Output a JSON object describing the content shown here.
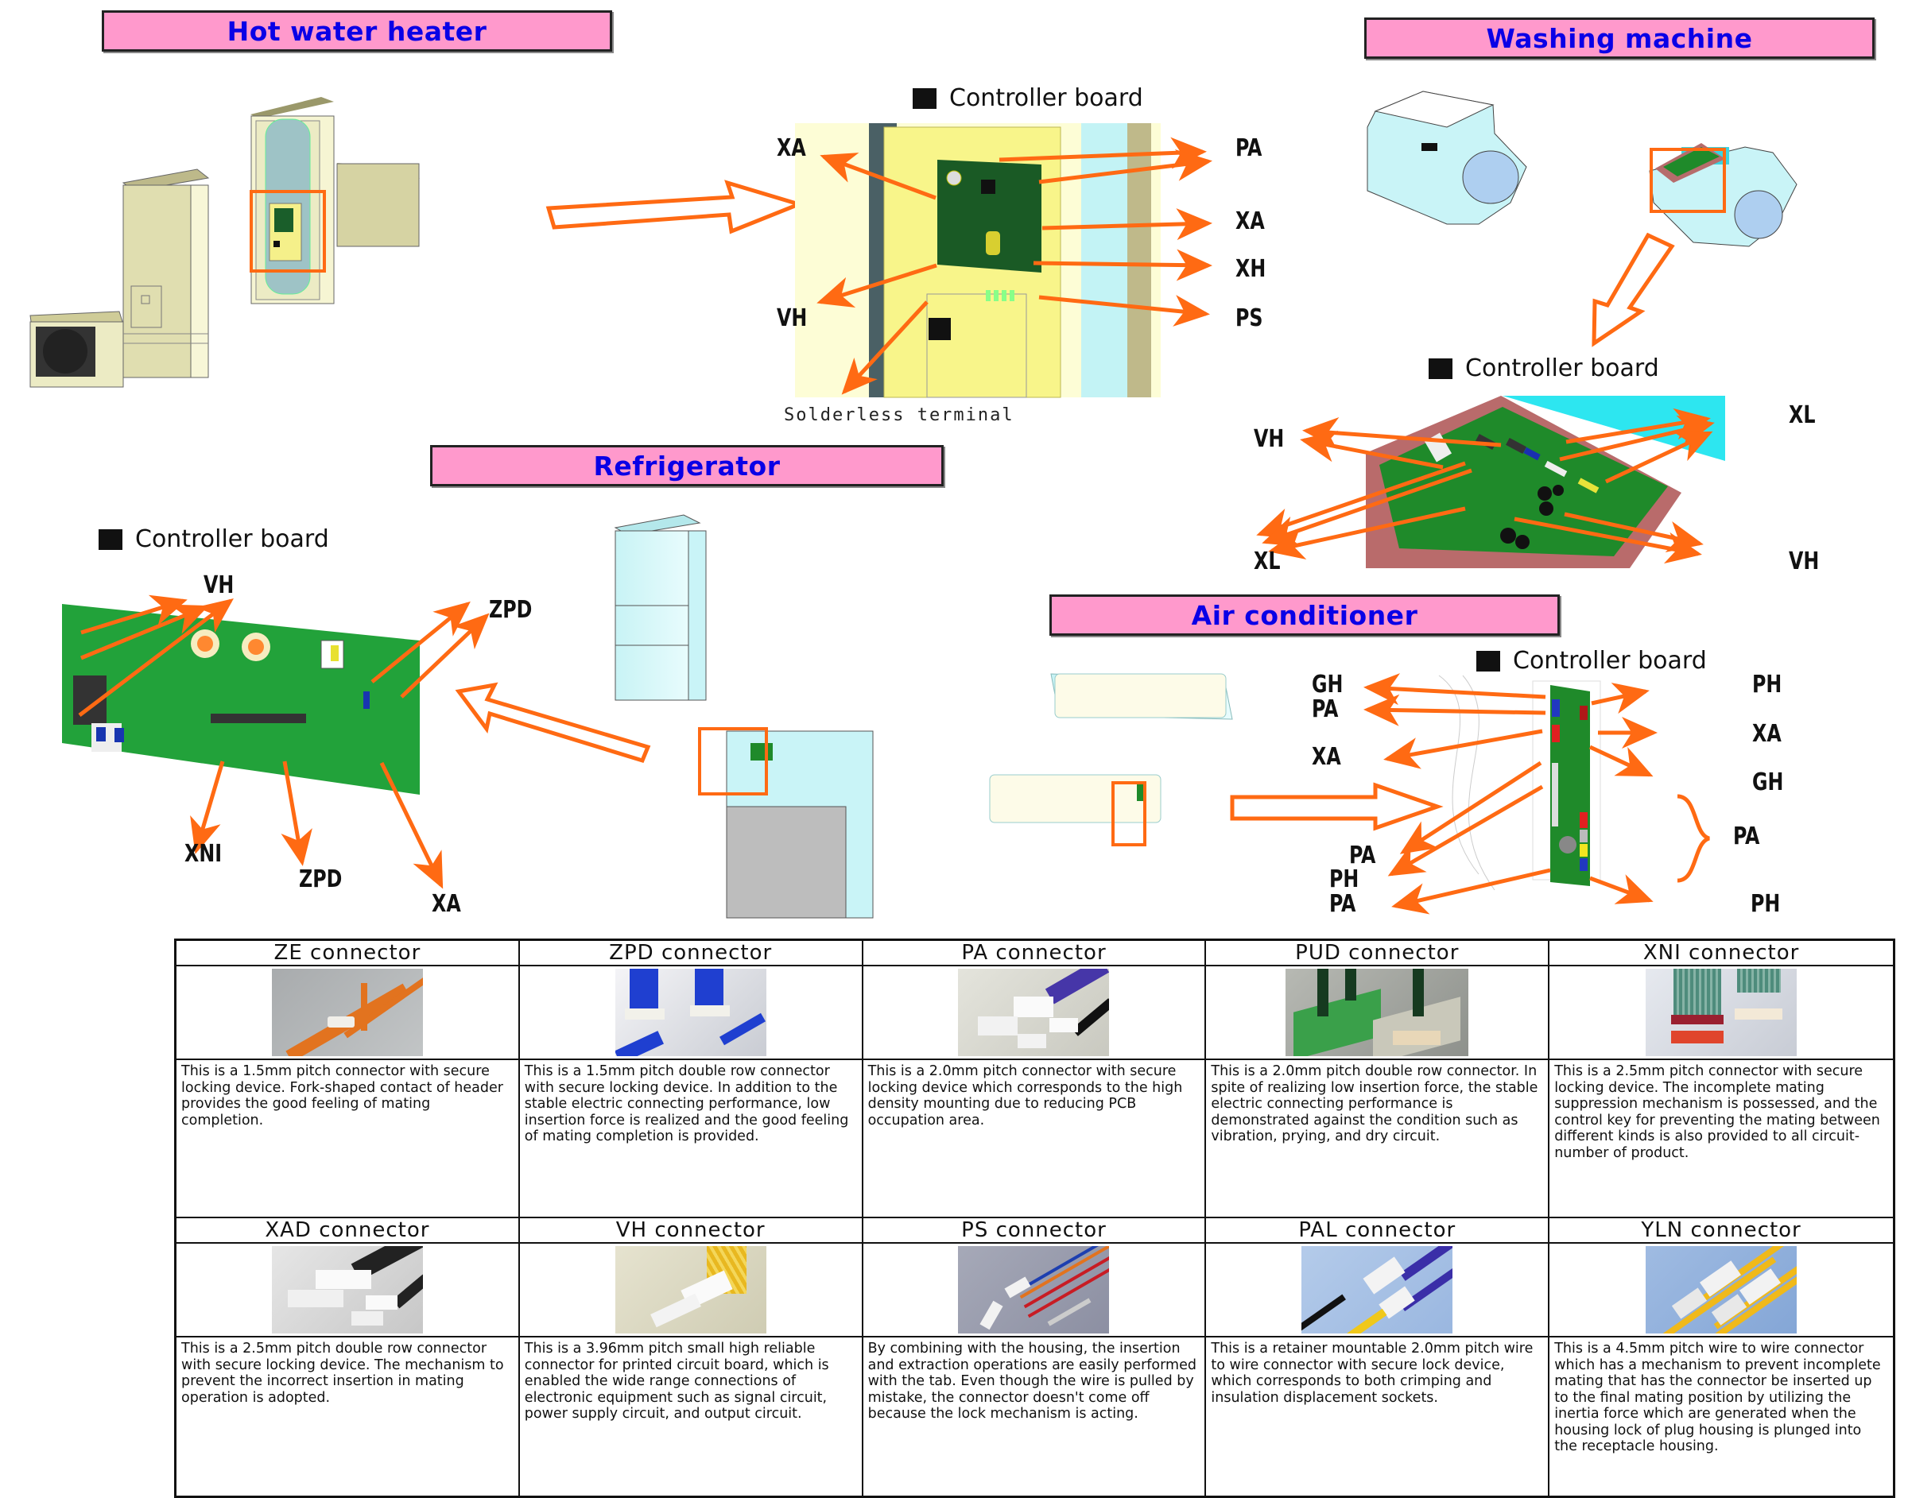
{
  "sections": {
    "hot_water_heater": {
      "title": "Hot water heater",
      "board_caption": "Controller board",
      "labels": [
        "XA",
        "VH",
        "PA",
        "XA",
        "XH",
        "PS"
      ],
      "note": "Solderless terminal"
    },
    "washing_machine": {
      "title": "Washing machine",
      "board_caption": "Controller board",
      "labels": [
        "VH",
        "XL",
        "XL",
        "VH"
      ]
    },
    "refrigerator": {
      "title": "Refrigerator",
      "board_caption": "Controller board",
      "labels": [
        "VH",
        "ZPD",
        "XNI",
        "ZPD",
        "XA"
      ]
    },
    "air_conditioner": {
      "title": "Air conditioner",
      "board_caption": "Controller board",
      "left_labels": [
        "GH",
        "PA",
        "XA",
        "PA",
        "PH",
        "PA"
      ],
      "right_labels": [
        "PH",
        "XA",
        "GH",
        "PA",
        "PH"
      ]
    }
  },
  "colors": {
    "title_bg": "#ff99cc",
    "title_text": "#0a00e6",
    "arrow": "#ff6a13",
    "pcb": "#1f8a2a"
  },
  "connectors": [
    {
      "name": "ZE connector",
      "image": "orange-ribbon-connector-photo",
      "description": "This is a 1.5mm pitch connector with secure locking device. Fork-shaped contact of header provides the good feeling of mating completion."
    },
    {
      "name": "ZPD connector",
      "image": "blue-ribbon-double-row-connector-photo",
      "description": "This is a 1.5mm pitch double row connector with secure locking device. In addition to the stable electric connecting performance, low insertion force is realized and the good feeling of mating completion is provided."
    },
    {
      "name": "PA connector",
      "image": "purple-black-wire-connector-photo",
      "description": "This is a 2.0mm pitch connector with secure locking device which corresponds to the high density mounting due to reducing PCB occupation area."
    },
    {
      "name": "PUD connector",
      "image": "green-ribbon-pcb-connector-photo",
      "description": "This is a 2.0mm pitch double row connector. In spite of realizing low insertion force, the stable electric connecting performance is demonstrated against the condition such as vibration, prying, and dry circuit."
    },
    {
      "name": "XNI connector",
      "image": "red-housing-connector-photo",
      "description": "This is a 2.5mm pitch connector with secure locking device. The incomplete mating suppression mechanism is possessed, and the control key for preventing the mating between different kinds is also provided to all circuit-number of product."
    },
    {
      "name": "XAD connector",
      "image": "black-wire-double-row-connector-photo",
      "description": "This is a 2.5mm pitch double row connector with secure locking device. The mechanism to prevent the incorrect insertion in mating operation is adopted."
    },
    {
      "name": "VH connector",
      "image": "yellow-wire-connector-photo",
      "description": "This is a 3.96mm pitch small high reliable connector for printed circuit board, which is enabled the wide range connections of electronic equipment such as signal circuit, power supply circuit, and output circuit."
    },
    {
      "name": "PS connector",
      "image": "multicolor-wire-crimp-connector-photo",
      "description": "By combining with the housing, the insertion and extraction operations are easily performed with the tab. Even though the wire is pulled by mistake, the connector doesn't come off because the lock mechanism is acting."
    },
    {
      "name": "PAL connector",
      "image": "blue-wire-retainer-connector-photo",
      "description": "This is a retainer mountable 2.0mm pitch wire to wire connector with secure lock device, which corresponds to both crimping and insulation displacement sockets."
    },
    {
      "name": "YLN connector",
      "image": "yellow-wire-to-wire-connector-photo",
      "description": "This is a 4.5mm pitch wire to wire connector which has a mechanism to prevent incomplete mating that has the connector be inserted up to the final mating position by utilizing the inertia force which are generated when the housing lock of plug housing is plunged into the receptacle housing."
    }
  ]
}
